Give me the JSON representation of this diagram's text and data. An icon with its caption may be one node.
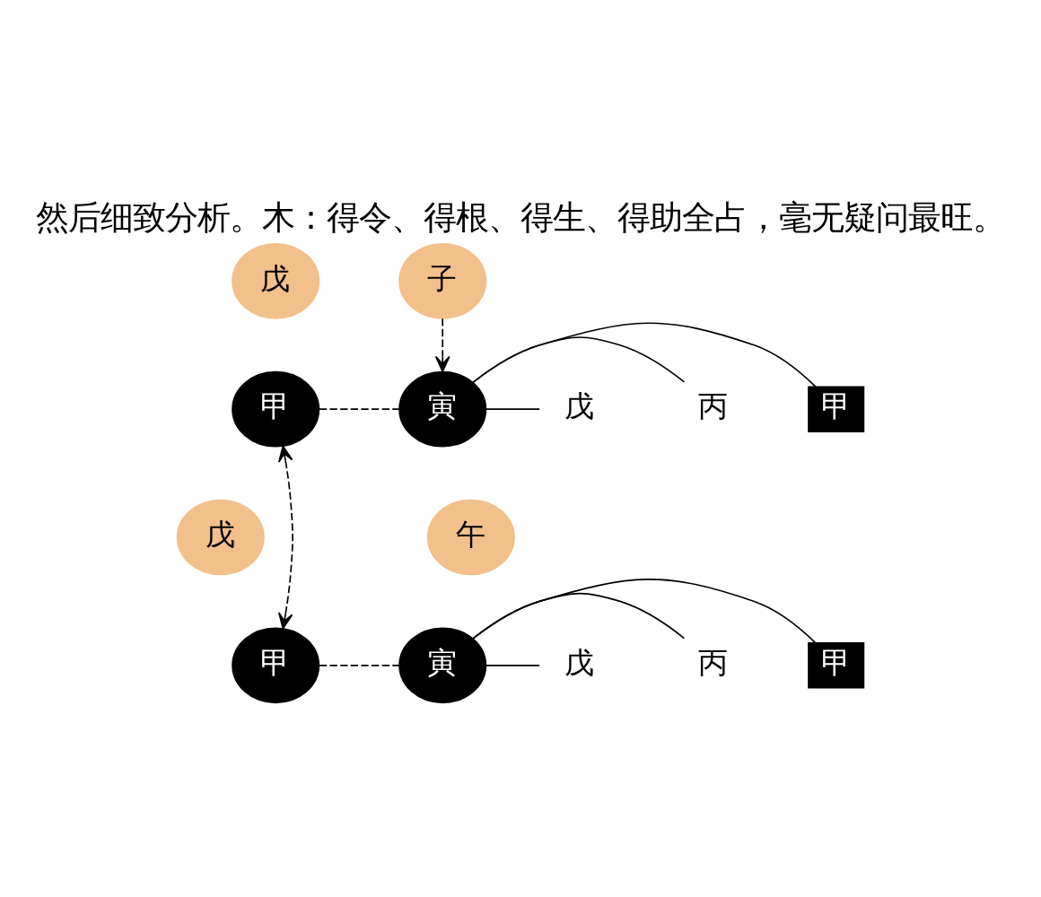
{
  "diagram": {
    "title": "然后细致分析。木：得令、得根、得生、得助全占，毫无疑问最旺。",
    "nodes": [
      {
        "text": [
          "戊"
        ]
      },
      {
        "text": [
          "子"
        ]
      },
      {
        "text": [
          "甲"
        ]
      },
      {
        "text": [
          "寅"
        ]
      },
      {
        "text": [
          "甲"
        ]
      },
      {
        "text": [
          "丙"
        ]
      },
      {
        "text": [
          "戊"
        ]
      },
      {
        "text": [
          "戊"
        ]
      },
      {
        "text": [
          "午"
        ]
      },
      {
        "text": [
          "甲"
        ]
      },
      {
        "text": [
          "寅"
        ]
      },
      {
        "text": [
          "甲"
        ]
      },
      {
        "text": [
          "丙"
        ]
      },
      {
        "text": [
          "戊"
        ]
      }
    ],
    "edges": [
      {
        "from": 1,
        "to": 3,
        "arrow": "to",
        "style": "dashed"
      },
      {
        "from": 2,
        "to": 3,
        "arrow": "none",
        "style": "dashed"
      },
      {
        "from": 2,
        "to": 9,
        "arrow": "both",
        "style": "dashed"
      },
      {
        "from": 9,
        "to": 10,
        "arrow": "none",
        "style": "dashed"
      },
      {
        "from": 3,
        "to": 4,
        "arrow": "none"
      },
      {
        "from": 3,
        "to": 5,
        "arrow": "none"
      },
      {
        "from": 3,
        "to": 6,
        "arrow": "none"
      },
      {
        "from": 10,
        "to": 11,
        "arrow": "none"
      },
      {
        "from": 10,
        "to": 12,
        "arrow": "none"
      },
      {
        "from": 10,
        "to": 13,
        "arrow": "none"
      }
    ]
  }
}
